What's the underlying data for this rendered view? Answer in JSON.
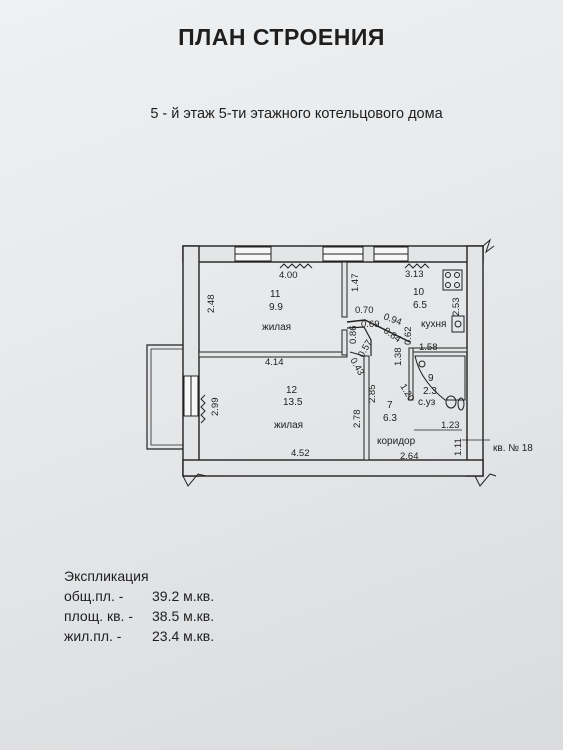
{
  "title": "ПЛАН СТРОЕНИЯ",
  "subtitle": "5 - й этаж 5-ти этажного котельцового дома",
  "plan": {
    "dims": {
      "top_room11": "4.00",
      "left_room11": "2.48",
      "top_room10": "3.13",
      "room10_side": "2.53",
      "partition_upper": "1.47",
      "d070": "0.70",
      "d069": "0.69",
      "d086": "0.86",
      "d094": "0.94",
      "d084": "0.84",
      "d062": "0.62",
      "d057": "0.57",
      "d043": "0.43",
      "mid_width": "4.14",
      "d138": "1.38",
      "d158": "1.58",
      "d120": "1.20",
      "d285": "2.85",
      "d278": "2.78",
      "left_room12": "2.99",
      "bottom_room12": "4.52",
      "bottom_corridor": "2.64",
      "d123": "1.23",
      "d111": "1.11"
    },
    "rooms": [
      {
        "num": "11",
        "area": "9.9",
        "name": "жилая"
      },
      {
        "num": "10",
        "area": "6.5",
        "name": "кухня"
      },
      {
        "num": "12",
        "area": "13.5",
        "name": "жилая"
      },
      {
        "num": "7",
        "area": "6.3",
        "name": "коридор"
      },
      {
        "num": "9",
        "area": "2.3",
        "name": "с.уз"
      }
    ],
    "apartment_label": "кв. № 18"
  },
  "explication": {
    "heading": "Экспликация",
    "rows": [
      {
        "label": "общ.пл. -",
        "value": "39.2 м.кв."
      },
      {
        "label": "площ. кв. -",
        "value": "38.5 м.кв."
      },
      {
        "label": "жил.пл. -",
        "value": "23.4 м.кв."
      }
    ]
  }
}
